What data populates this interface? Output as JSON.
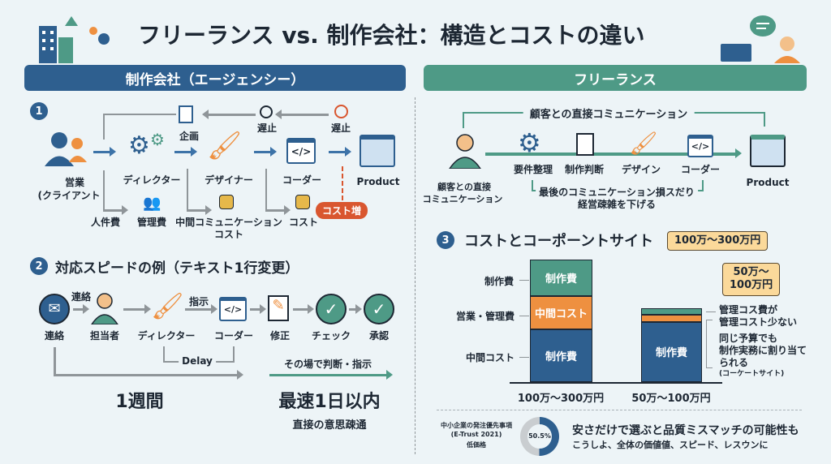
{
  "title": "フリーランス vs. 制作会社：構造とコストの違い",
  "left_header": "制作会社（エージェンシー）",
  "right_header": "フリーランス",
  "section1": {
    "badge": "1",
    "nodes": [
      "営業",
      "(クライアント",
      "ディレクター",
      "デザイナー",
      "コーダー",
      "Product"
    ],
    "planning": "企画",
    "delay1": "遅止",
    "delay2": "遅止",
    "costs": [
      "人件費",
      "管理費",
      "中間コミュニケーション",
      "コスト",
      "コスト"
    ],
    "cost_up": "コスト増"
  },
  "freelance": {
    "top_label": "顧客との直接コミュニケーション",
    "client_label": [
      "顧客との直接",
      "コミュニケーション"
    ],
    "steps": [
      "要件整理",
      "制作判断",
      "デザイン",
      "コーダー"
    ],
    "product": "Product",
    "note": [
      "最後のコミュニケーション損スだり",
      "経営疎雑を下げる"
    ]
  },
  "section2": {
    "badge": "2",
    "title": "対応スピードの例（テキスト1行変更）",
    "steps": [
      "連絡",
      "担当者",
      "ディレクター",
      "コーダー",
      "修正",
      "チェック",
      "承認"
    ],
    "arrow_contact": "連絡",
    "arrow_instruct": "指示",
    "delay": "Delay",
    "agency_time": "1週間",
    "freelance_label": "その場で判断・指示",
    "freelance_time": "最速1日以内",
    "freelance_sub": "直接の意思疎通"
  },
  "section3": {
    "badge": "3",
    "title": "コストとコーポーントサイト",
    "tag1": "100万〜300万円",
    "tag2": [
      "50万〜",
      "100万円"
    ],
    "y_labels": [
      "制作費",
      "営業・管理費",
      "中間コスト"
    ],
    "annotations": [
      "管理コス費が",
      "管理コスト少ない",
      "同じ予算でも",
      "制作実務に割り当て",
      "られる",
      "(コーケートサイト)"
    ]
  },
  "chart_data": {
    "type": "bar",
    "stacked": true,
    "categories": [
      "100万〜300万円",
      "50万〜100万円"
    ],
    "series": [
      {
        "name": "制作費",
        "label": "制作費",
        "color": "#2e5f8f",
        "values": [
          0.43,
          0.49
        ]
      },
      {
        "name": "中間コスト",
        "label": "中間コスト",
        "color": "#ee9040",
        "values": [
          0.27,
          0.06
        ]
      },
      {
        "name": "制作費(top)",
        "label": "制作費",
        "color": "#4e9a86",
        "values": [
          0.3,
          0.05
        ]
      }
    ]
  },
  "survey": {
    "label": [
      "中小企業の発注優先事項",
      "(E-Trust 2021)",
      "低価格"
    ],
    "percent_text": "50.5%",
    "percent": 50.5,
    "headline": "安さだけで選ぶと品質ミスマッチの可能性も",
    "sub": "こうしよ、全体の価値値、スピード、レスウンに"
  },
  "colors": {
    "blue": "#2e5f8f",
    "teal": "#4e9a86",
    "orange": "#ee9040",
    "red": "#d9562f"
  }
}
